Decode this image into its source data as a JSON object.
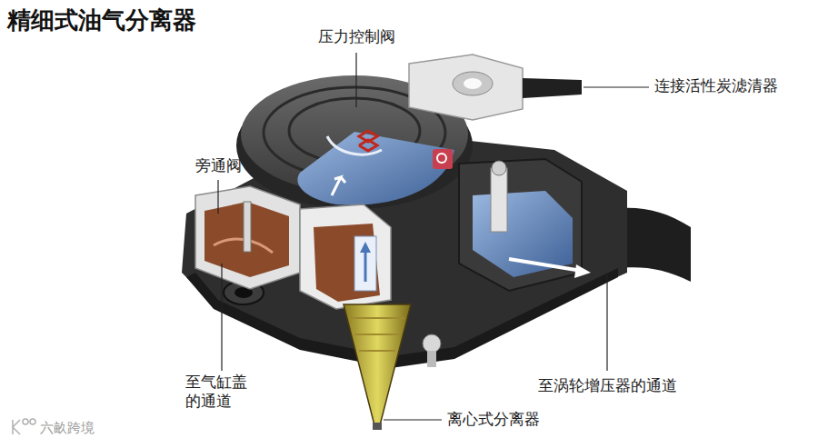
{
  "diagram": {
    "title": "精细式油气分离器",
    "labels": [
      "压力控制阀",
      "连接活性炭滤清器",
      "旁通阀",
      "至气缸盖 的通道",
      "离心式分离器",
      "至涡轮增压器的通道",
      "六畝跨境"
    ]
  }
}
